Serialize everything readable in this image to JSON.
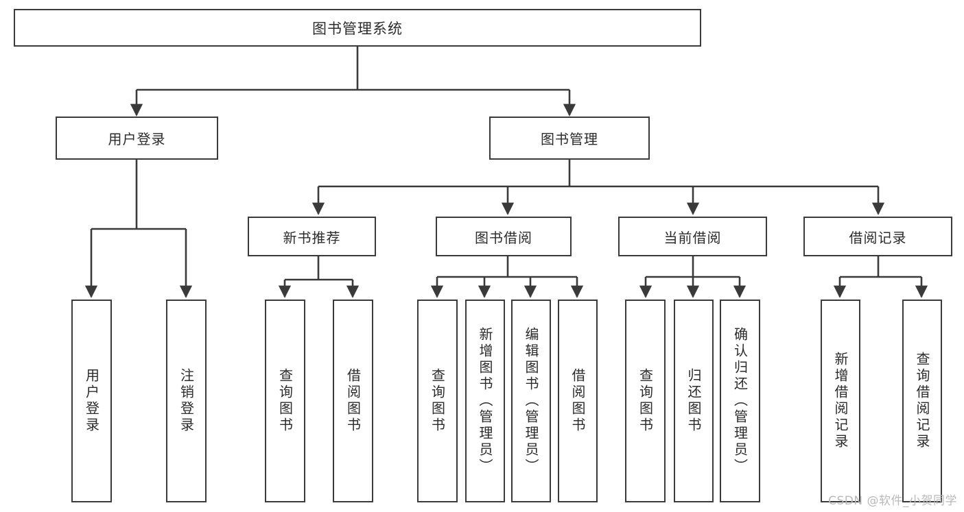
{
  "diagram": {
    "type": "tree-hierarchy",
    "title": "图书管理系统",
    "watermark": "CSDN @软件_小贺同学",
    "colors": {
      "box_border": "#3a3a3a",
      "box_fill": "#ffffff",
      "connector": "#3a3a3a",
      "text": "#2b2b2b",
      "watermark": "#b9b9b9",
      "background": "#ffffff"
    },
    "root": {
      "label": "图书管理系统"
    },
    "level1": [
      {
        "label": "用户登录"
      },
      {
        "label": "图书管理"
      }
    ],
    "level2": [
      {
        "label": "新书推荐"
      },
      {
        "label": "图书借阅"
      },
      {
        "label": "当前借阅"
      },
      {
        "label": "借阅记录"
      }
    ],
    "leaves": {
      "user_login": [
        {
          "label": "用户登录"
        },
        {
          "label": "注销登录"
        }
      ],
      "new_book_recommend": [
        {
          "label": "查询图书"
        },
        {
          "label": "借阅图书"
        }
      ],
      "book_borrow": [
        {
          "label": "查询图书"
        },
        {
          "label": "新增图书（管理员）"
        },
        {
          "label": "编辑图书（管理员）"
        },
        {
          "label": "借阅图书"
        }
      ],
      "current_borrow": [
        {
          "label": "查询图书"
        },
        {
          "label": "归还图书"
        },
        {
          "label": "确认归还（管理员）"
        }
      ],
      "borrow_record": [
        {
          "label": "新增借阅记录"
        },
        {
          "label": "查询借阅记录"
        }
      ]
    }
  }
}
